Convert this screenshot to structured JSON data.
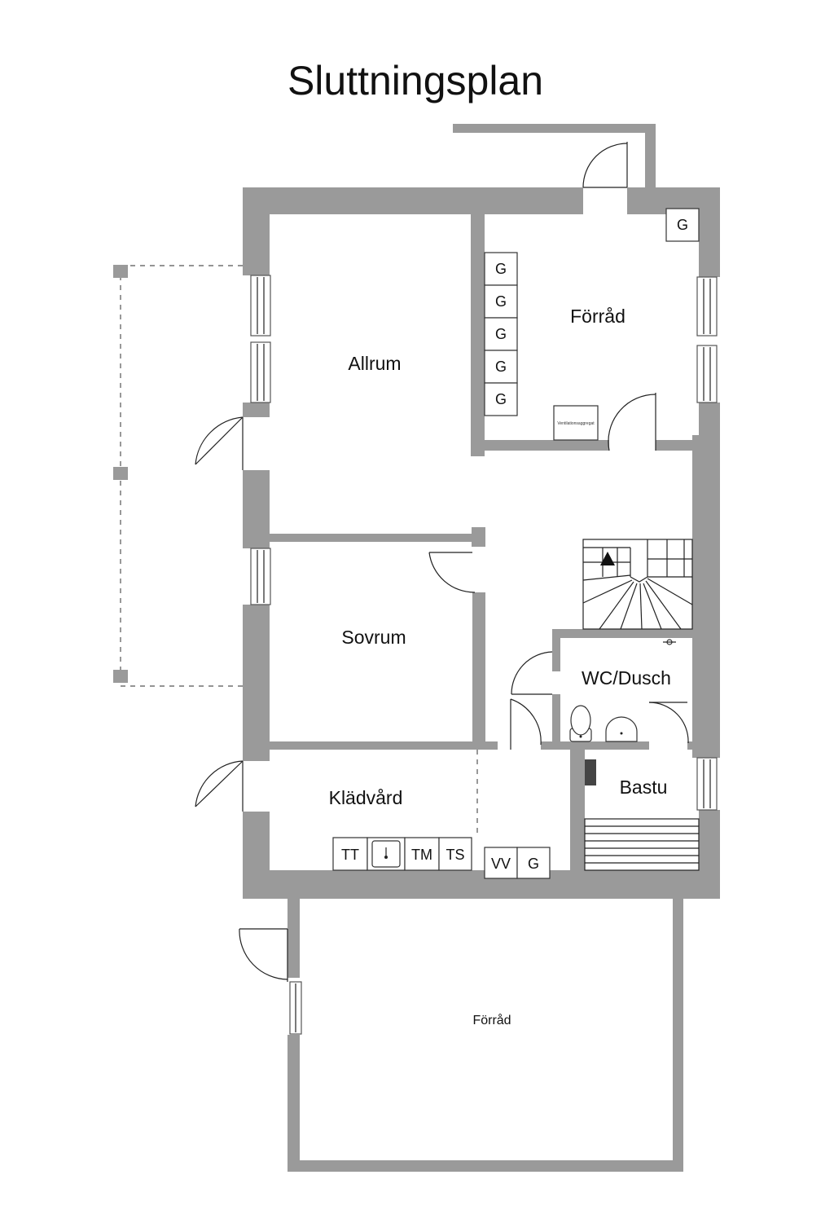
{
  "title": "Sluttningsplan",
  "rooms": {
    "allrum": "Allrum",
    "forrad_upper": "Förråd",
    "sovrum": "Sovrum",
    "wc_dusch": "WC/Dusch",
    "bastu": "Bastu",
    "kladvard": "Klädvård",
    "forrad_lower": "Förråd"
  },
  "fixtures": {
    "g": "G",
    "tt": "TT",
    "tm": "TM",
    "ts": "TS",
    "vv": "VV",
    "ventilation": "Ventilationsaggregat"
  },
  "colors": {
    "wall": "#9a9a9a",
    "line": "#222222",
    "background": "#ffffff"
  }
}
